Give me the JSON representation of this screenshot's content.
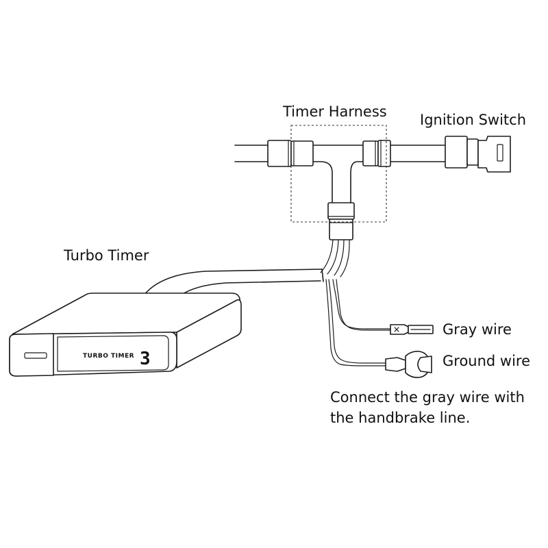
{
  "labels": {
    "timer_harness": "Timer Harness",
    "ignition_switch": "Ignition Switch",
    "turbo_timer": "Turbo Timer",
    "gray_wire": "Gray wire",
    "ground_wire": "Ground wire",
    "note_line1": "Connect the gray wire with",
    "note_line2": "the handbrake line."
  },
  "device": {
    "brand_text": "TURBO TIMER",
    "display_digit": "3"
  },
  "colors": {
    "line": "#1a1a1a",
    "background": "#ffffff"
  }
}
